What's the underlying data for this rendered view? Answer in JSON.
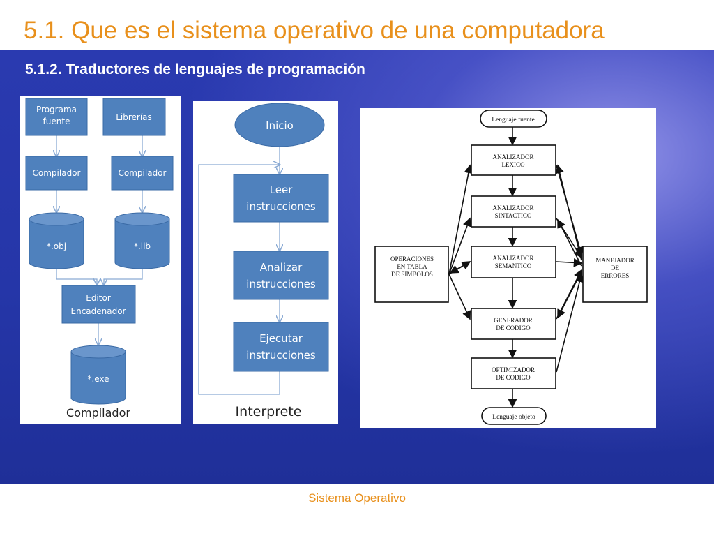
{
  "slide": {
    "title": "5.1. Que es el sistema operativo de una computadora",
    "subtitle": "5.1.2. Traductores de lenguajes de programación",
    "footer": "Sistema Operativo"
  },
  "compilador_diagram": {
    "source_line1": "Programa",
    "source_line2": "fuente",
    "libraries": "Librerías",
    "compiler_left": "Compilador",
    "compiler_right": "Compilador",
    "obj_file": "*.obj",
    "lib_file": "*.lib",
    "linker_line1": "Editor",
    "linker_line2": "Encadenador",
    "exe_file": "*.exe",
    "caption": "Compilador"
  },
  "interprete_diagram": {
    "start": "Inicio",
    "read_line1": "Leer",
    "read_line2": "instrucciones",
    "analyze_line1": "Analizar",
    "analyze_line2": "instrucciones",
    "execute_line1": "Ejecutar",
    "execute_line2": "instrucciones",
    "caption": "Interprete"
  },
  "fases_diagram": {
    "source": "Lenguaje fuente",
    "lexical_line1": "ANALIZADOR",
    "lexical_line2": "LEXICO",
    "syntactic_line1": "ANALIZADOR",
    "syntactic_line2": "SINTACTICO",
    "semantic_line1": "ANALIZADOR",
    "semantic_line2": "SEMANTICO",
    "codegen_line1": "GENERADOR",
    "codegen_line2": "DE CODIGO",
    "optimizer_line1": "OPTIMIZADOR",
    "optimizer_line2": "DE CODIGO",
    "target": "Lenguaje objeto",
    "symbols_line1": "OPERACIONES",
    "symbols_line2": "EN TABLA",
    "symbols_line3": "DE SIMBOLOS",
    "errors_line1": "MANEJADOR",
    "errors_line2": "DE",
    "errors_line3": "ERRORES"
  },
  "colors": {
    "title": "#e8901c",
    "band": "#2536a8",
    "box_fill": "#4f81bd",
    "box_stroke": "#3a6aa5",
    "arrow": "#8aaad4"
  }
}
